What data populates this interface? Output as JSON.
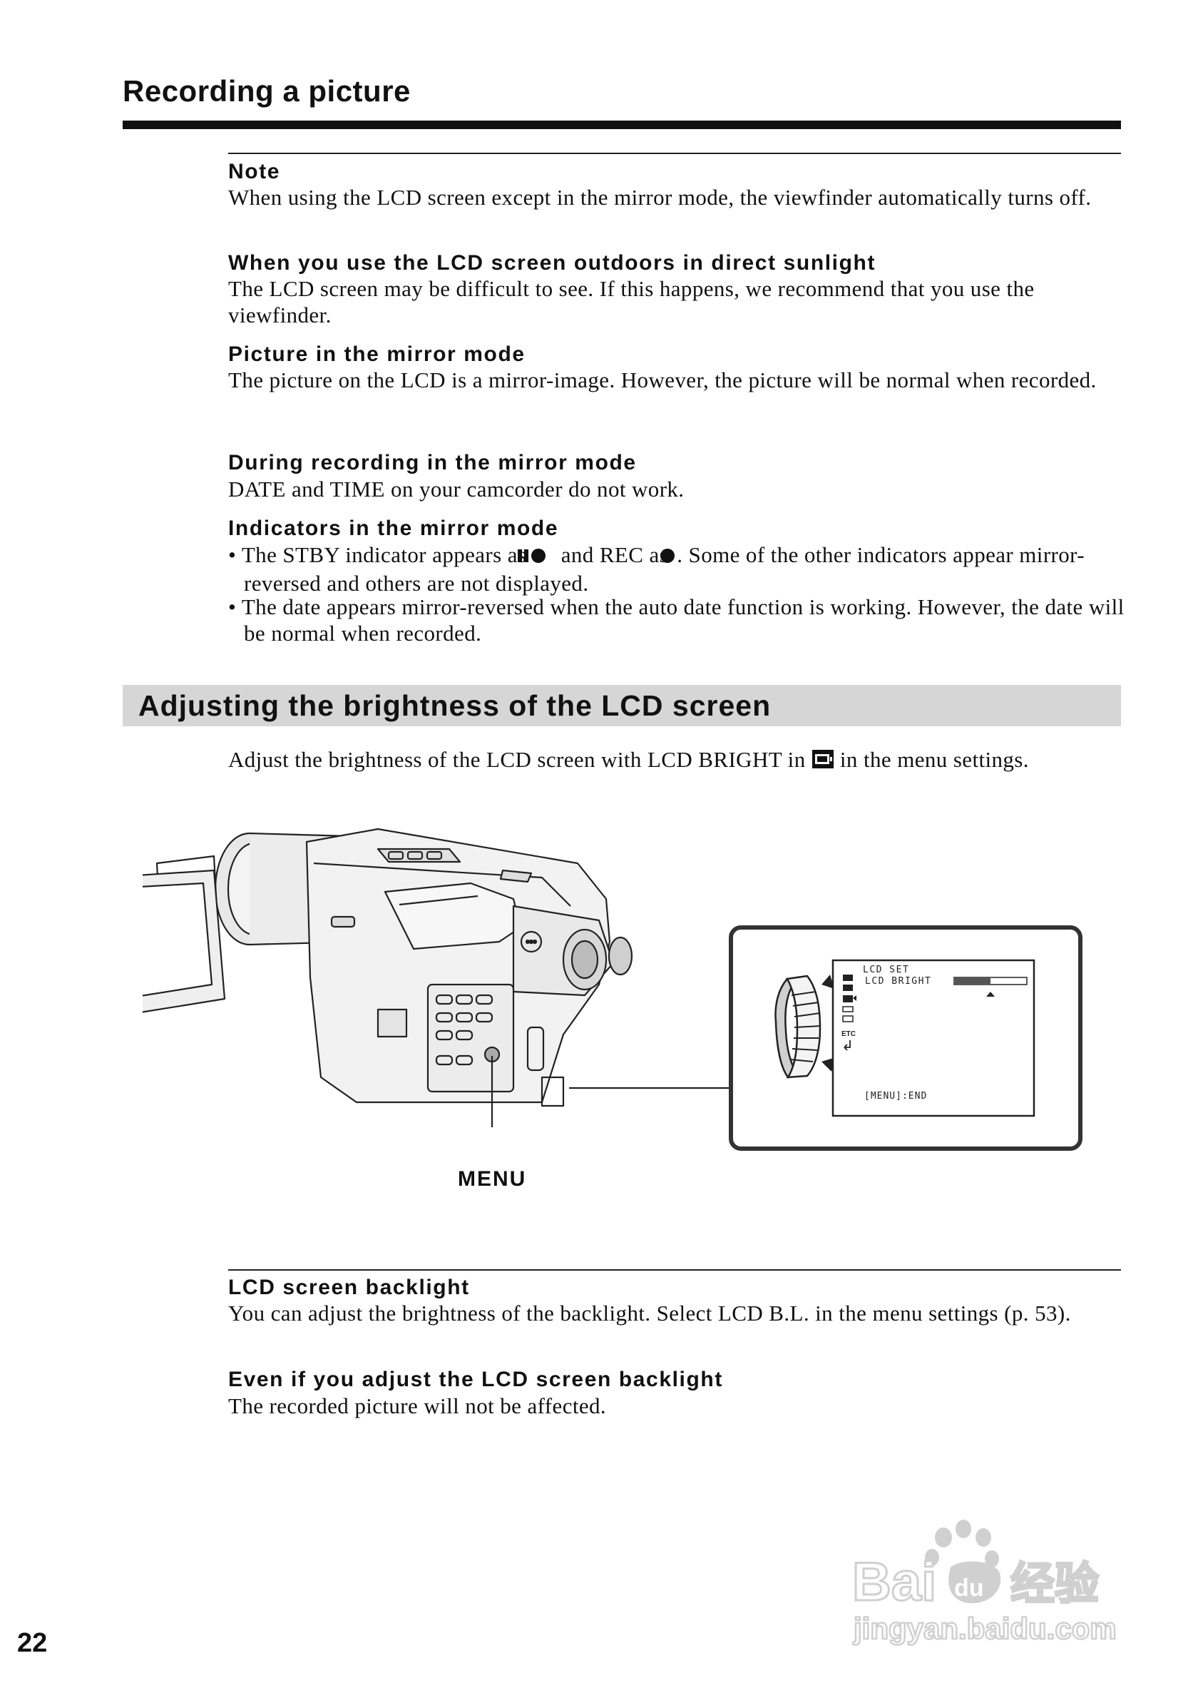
{
  "page": {
    "title": "Recording a picture",
    "page_number": "22"
  },
  "notes": [
    {
      "heading": "Note",
      "text": "When using the LCD screen except in the mirror mode, the viewfinder automatically turns off."
    },
    {
      "heading": "When you use the LCD screen outdoors in direct sunlight",
      "text": "The LCD screen may be difficult to see. If this happens, we recommend that you use the viewfinder."
    },
    {
      "heading": "Picture in the mirror mode",
      "text": "The picture on the LCD is a mirror-image. However, the picture will be normal when recorded."
    },
    {
      "heading": "During recording in the mirror mode",
      "text": "DATE and TIME on your camcorder do not work."
    }
  ],
  "indicators": {
    "heading": "Indicators in the mirror mode",
    "bullet1_a": "The STBY indicator appears as",
    "bullet1_b": "and REC as",
    "bullet1_c": ". Some of the other indicators appear mirror-reversed and others are not displayed.",
    "bullet2": "The date appears mirror-reversed when the auto date function is working. However, the date will be normal when recorded."
  },
  "section": {
    "title": "Adjusting the brightness of the LCD screen",
    "intro_a": "Adjust the brightness of the LCD screen with LCD BRIGHT in",
    "intro_b": "in the menu settings."
  },
  "figure": {
    "button_label": "MENU",
    "lcd_menu": {
      "group": "LCD SET",
      "item": "LCD BRIGHT",
      "side_icon_etc": "ETC",
      "footer": "[MENU]:END",
      "brightness_level": 0.5
    }
  },
  "backlight_notes": [
    {
      "heading": "LCD screen backlight",
      "text": "You can adjust the brightness of the backlight. Select LCD B.L. in the menu settings (p. 53)."
    },
    {
      "heading": "Even if you adjust the LCD screen backlight",
      "text": "The recorded picture will not be affected."
    }
  ],
  "watermark": {
    "brand": "Bai",
    "brand_suffix": "经验",
    "url": "jingyan.baidu.com"
  },
  "colors": {
    "text": "#111111",
    "section_bar": "#d6d6d6",
    "watermark": "#c8c8c8"
  }
}
